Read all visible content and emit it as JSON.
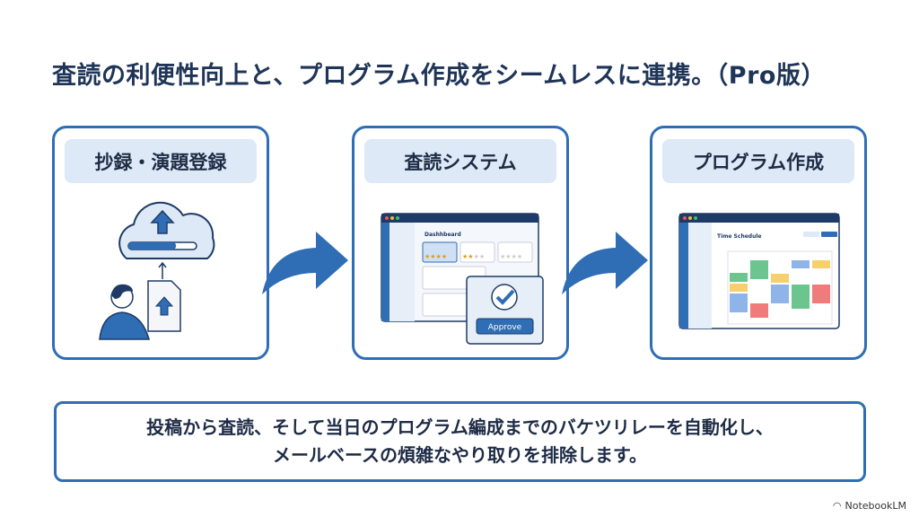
{
  "title": "査読の利便性向上と、プログラム作成をシームレスに連携。（Pro版）",
  "steps": [
    {
      "label": "抄録・演題登録",
      "upload_progress": 0.7
    },
    {
      "label": "査読システム",
      "screen_title": "Dashhbeard",
      "approve_label": "Approve",
      "ratings": [
        4,
        2,
        0
      ]
    },
    {
      "label": "プログラム作成",
      "screen_title": "Time Schedule"
    }
  ],
  "summary": {
    "line1": "投稿から査読、そして当日のプログラム編成までのバケツリレーを自動化し、",
    "line2": "メールベースの煩雑なやり取りを排除します。"
  },
  "footer": {
    "brand": "NotebookLM"
  },
  "colors": {
    "accent": "#2f6db5",
    "title": "#1f3557",
    "pill": "#dde9f6",
    "navy": "#1e3a66"
  }
}
